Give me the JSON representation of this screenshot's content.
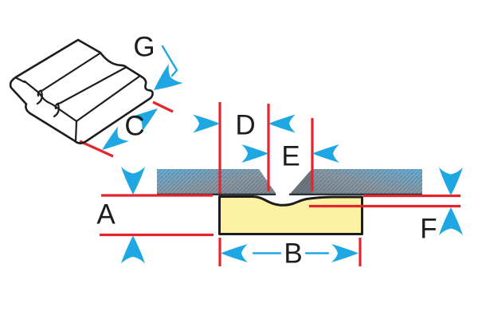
{
  "figure": {
    "title": "grooved-backing-bar-weld-joint-diagram",
    "labels": {
      "a": "A",
      "b": "B",
      "c": "C",
      "d": "D",
      "e": "E",
      "f": "F",
      "g": "G"
    }
  },
  "icons": {
    "arrows": [
      "down-arrow-icon",
      "up-arrow-icon",
      "left-arrow-icon",
      "right-arrow-icon",
      "diagonal-arrow-icon",
      "leader-arrow-icon"
    ]
  },
  "colors": {
    "dimension_red": "#e3252e",
    "arrow_blue": "#1ea7e3",
    "backing_bar_yellow": "#fdf2a4",
    "outline_black": "#1d1d1f",
    "plate_blue": "#68b1dc",
    "plate_gray": "#87929b",
    "bevel_gray": "#6e767e",
    "background": "#ffffff"
  }
}
